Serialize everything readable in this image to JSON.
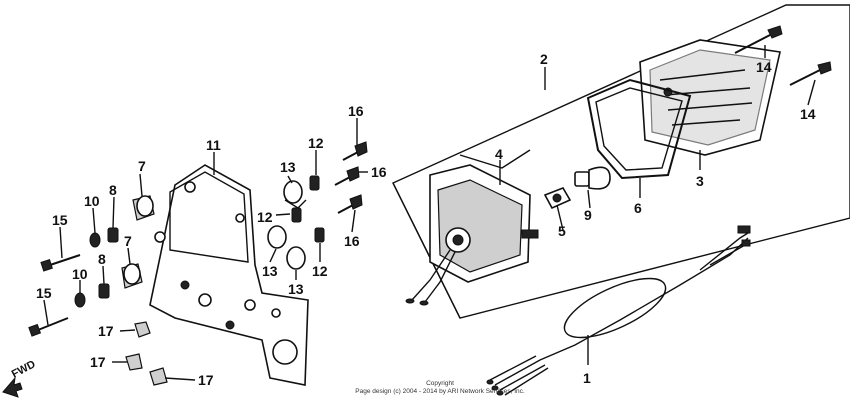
{
  "diagram": {
    "callouts": {
      "c1": "1",
      "c2": "2",
      "c3": "3",
      "c4": "4",
      "c5": "5",
      "c6": "6",
      "c7a": "7",
      "c7b": "7",
      "c8a": "8",
      "c8b": "8",
      "c9": "9",
      "c10a": "10",
      "c10b": "10",
      "c11": "11",
      "c12a": "12",
      "c12b": "12",
      "c12c": "12",
      "c13a": "13",
      "c13b": "13",
      "c13c": "13",
      "c14a": "14",
      "c14b": "14",
      "c15a": "15",
      "c15b": "15",
      "c16a": "16",
      "c16b": "16",
      "c16c": "16",
      "c17a": "17",
      "c17b": "17",
      "c17c": "17"
    },
    "direction_label": "FWD",
    "copyright_line1": "Copyright",
    "copyright_line2": "Page design (c) 2004 - 2014 by ARI Network Services, Inc."
  }
}
